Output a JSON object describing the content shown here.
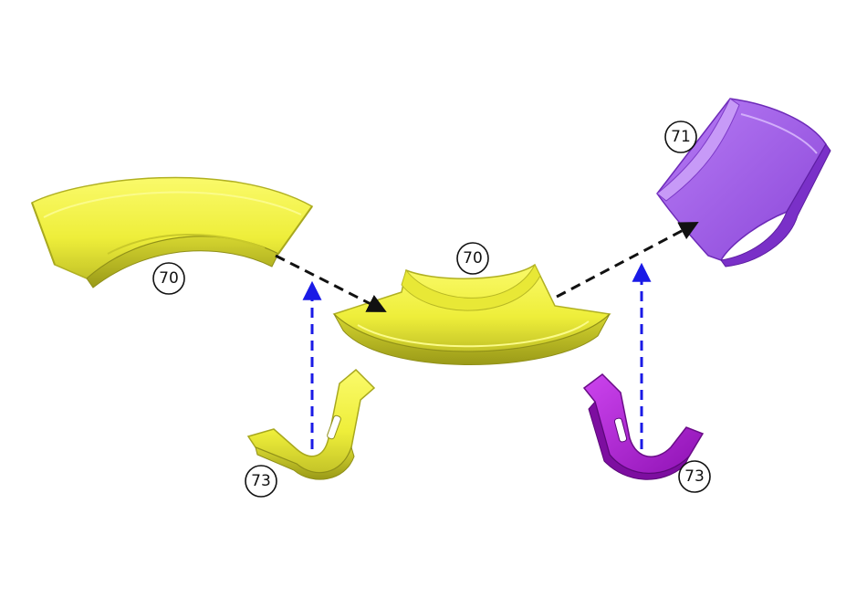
{
  "callouts": [
    {
      "id": "c70a",
      "label": "70"
    },
    {
      "id": "c70b",
      "label": "70"
    },
    {
      "id": "c71",
      "label": "71"
    },
    {
      "id": "c73a",
      "label": "73"
    },
    {
      "id": "c73b",
      "label": "73"
    }
  ],
  "colors": {
    "yellow_part": "#f0f03c",
    "yellow_shade": "#c9c92a",
    "yellow_dark": "#9c9c1c",
    "purple_part": "#a55ef0",
    "purple_shade": "#8a44d6",
    "magenta_part": "#b92be0",
    "magenta_shade": "#8f16b4",
    "assembly_arrow": "#111111",
    "clip_arrow": "#1a1ae6"
  },
  "arrows": {
    "assembly": "black-dashed",
    "clip_insertion": "blue-dashed"
  }
}
